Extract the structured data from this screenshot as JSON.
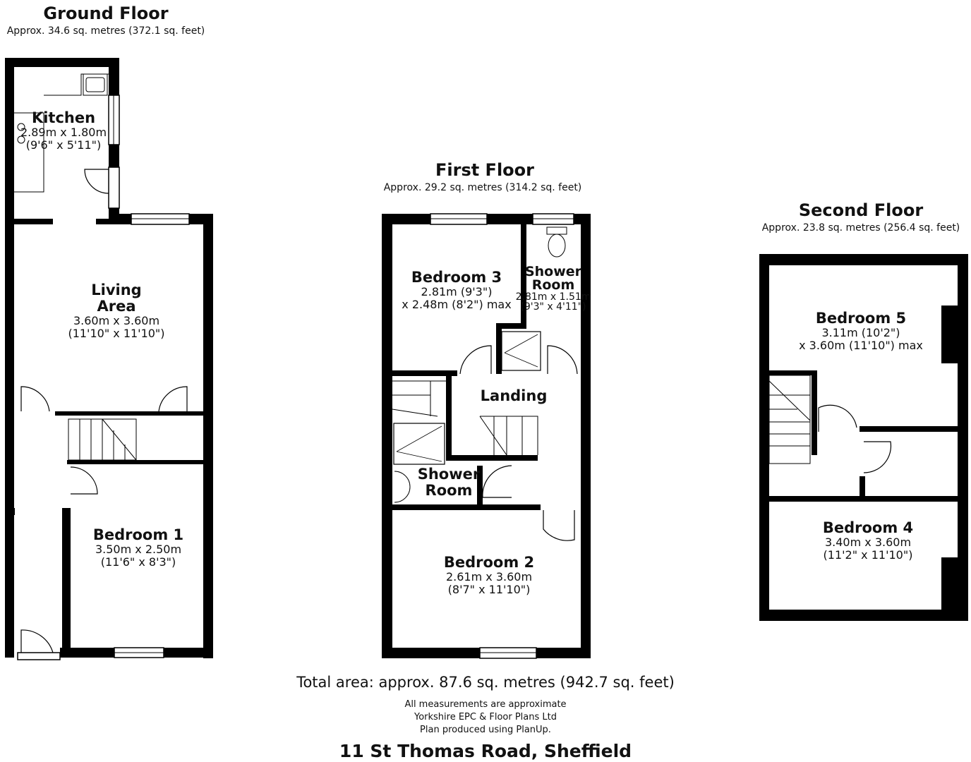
{
  "ground_floor": {
    "title": "Ground Floor",
    "area": "Approx. 34.6 sq. metres (372.1 sq. feet)",
    "rooms": [
      {
        "name_lines": [
          "Kitchen"
        ],
        "dims": [
          "2.89m x 1.80m",
          "(9'6\" x 5'11\")"
        ]
      },
      {
        "name_lines": [
          "Living",
          "Area"
        ],
        "dims": [
          "3.60m x 3.60m",
          "(11'10\" x 11'10\")"
        ]
      },
      {
        "name_lines": [
          "Bedroom 1"
        ],
        "dims": [
          "3.50m x 2.50m",
          "(11'6\" x 8'3\")"
        ]
      }
    ]
  },
  "first_floor": {
    "title": "First Floor",
    "area": "Approx. 29.2 sq. metres (314.2 sq. feet)",
    "rooms": [
      {
        "name_lines": [
          "Bedroom 3"
        ],
        "dims": [
          "2.81m (9'3\")",
          "x 2.48m (8'2\") max"
        ]
      },
      {
        "name_lines": [
          "Shower",
          "Room"
        ],
        "dims": [
          "2.81m x 1.51m",
          "(9'3\" x 4'11\")"
        ]
      },
      {
        "name_lines": [
          "Landing"
        ],
        "dims": []
      },
      {
        "name_lines": [
          "Shower",
          "Room"
        ],
        "dims": []
      },
      {
        "name_lines": [
          "Bedroom 2"
        ],
        "dims": [
          "2.61m x 3.60m",
          "(8'7\" x 11'10\")"
        ]
      }
    ]
  },
  "second_floor": {
    "title": "Second Floor",
    "area": "Approx. 23.8 sq. metres (256.4 sq. feet)",
    "rooms": [
      {
        "name_lines": [
          "Bedroom 5"
        ],
        "dims": [
          "3.11m (10'2\")",
          "x 3.60m (11'10\") max"
        ]
      },
      {
        "name_lines": [
          "Bedroom 4"
        ],
        "dims": [
          "3.40m x 3.60m",
          "(11'2\" x 11'10\")"
        ]
      }
    ]
  },
  "footer": {
    "total_area": "Total area: approx. 87.6 sq. metres (942.7 sq. feet)",
    "notes": [
      "All measurements are approximate",
      "Yorkshire EPC & Floor Plans  Ltd",
      "Plan produced using PlanUp."
    ],
    "address": "11 St Thomas Road, Sheffield"
  },
  "colors": {
    "wall": "#000000",
    "line": "#000000",
    "background": "#ffffff"
  }
}
